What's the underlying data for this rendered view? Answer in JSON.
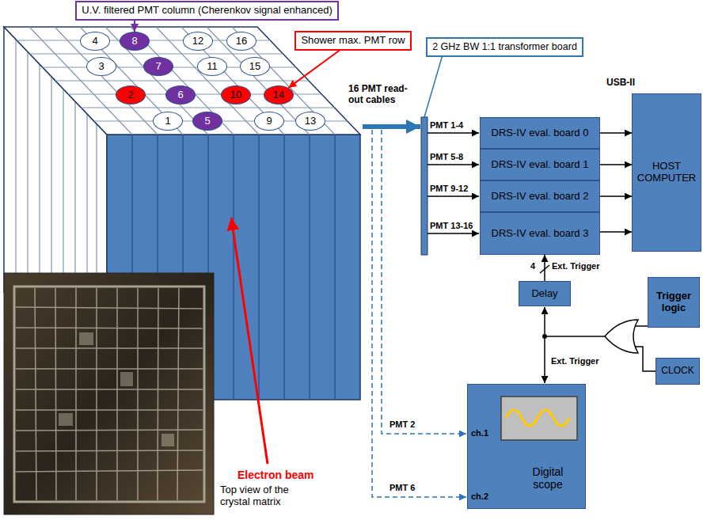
{
  "diagram": {
    "nodes": [
      {
        "text": [
          "U.V. filtered PMT column (Cherenkov signal enhanced)"
        ]
      },
      {
        "text": [
          "Shower max. PMT row"
        ]
      },
      {
        "text": [
          "2 GHz BW 1:1 transformer board"
        ]
      },
      {
        "text": [
          "4"
        ]
      },
      {
        "text": [
          "8"
        ]
      },
      {
        "text": [
          "12"
        ]
      },
      {
        "text": [
          "16"
        ]
      },
      {
        "text": [
          "3"
        ]
      },
      {
        "text": [
          "7"
        ]
      },
      {
        "text": [
          "11"
        ]
      },
      {
        "text": [
          "15"
        ]
      },
      {
        "text": [
          "2"
        ]
      },
      {
        "text": [
          "6"
        ]
      },
      {
        "text": [
          "10"
        ]
      },
      {
        "text": [
          "14"
        ]
      },
      {
        "text": [
          "1"
        ]
      },
      {
        "text": [
          "5"
        ]
      },
      {
        "text": [
          "9"
        ]
      },
      {
        "text": [
          "13"
        ]
      },
      {
        "text": [
          "DRS-IV eval. board 0"
        ]
      },
      {
        "text": [
          "DRS-IV eval. board 1"
        ]
      },
      {
        "text": [
          "DRS-IV eval. board 2"
        ]
      },
      {
        "text": [
          "DRS-IV eval. board 3"
        ]
      },
      {
        "text": [
          "HOST COMPUTER"
        ]
      },
      {
        "text": [
          "Trigger logic"
        ]
      },
      {
        "text": [
          "CLOCK"
        ]
      },
      {
        "text": [
          "Delay"
        ]
      },
      {
        "text": [
          "Digital scope"
        ]
      }
    ],
    "edges": [
      {
        "from": 0,
        "to": 4,
        "arrow": "to"
      },
      {
        "from": 1,
        "to": 14,
        "arrow": "to"
      },
      {
        "from": 19,
        "to": 23,
        "arrow": "to"
      },
      {
        "from": 20,
        "to": 23,
        "arrow": "to"
      },
      {
        "from": 21,
        "to": 23,
        "arrow": "to"
      },
      {
        "from": 22,
        "to": 23,
        "arrow": "to"
      },
      {
        "from": 26,
        "to": 22,
        "arrow": "to"
      }
    ],
    "labels": [
      "16 PMT read-out cables",
      "PMT 1-4",
      "PMT 5-8",
      "PMT 9-12",
      "PMT 13-16",
      "USB-II",
      "4",
      "Ext. Trigger",
      "Ext. Trigger",
      "Electron beam",
      "PMT 2",
      "ch.1",
      "PMT 6",
      "ch.2",
      "Top view of the crystal matrix"
    ]
  }
}
